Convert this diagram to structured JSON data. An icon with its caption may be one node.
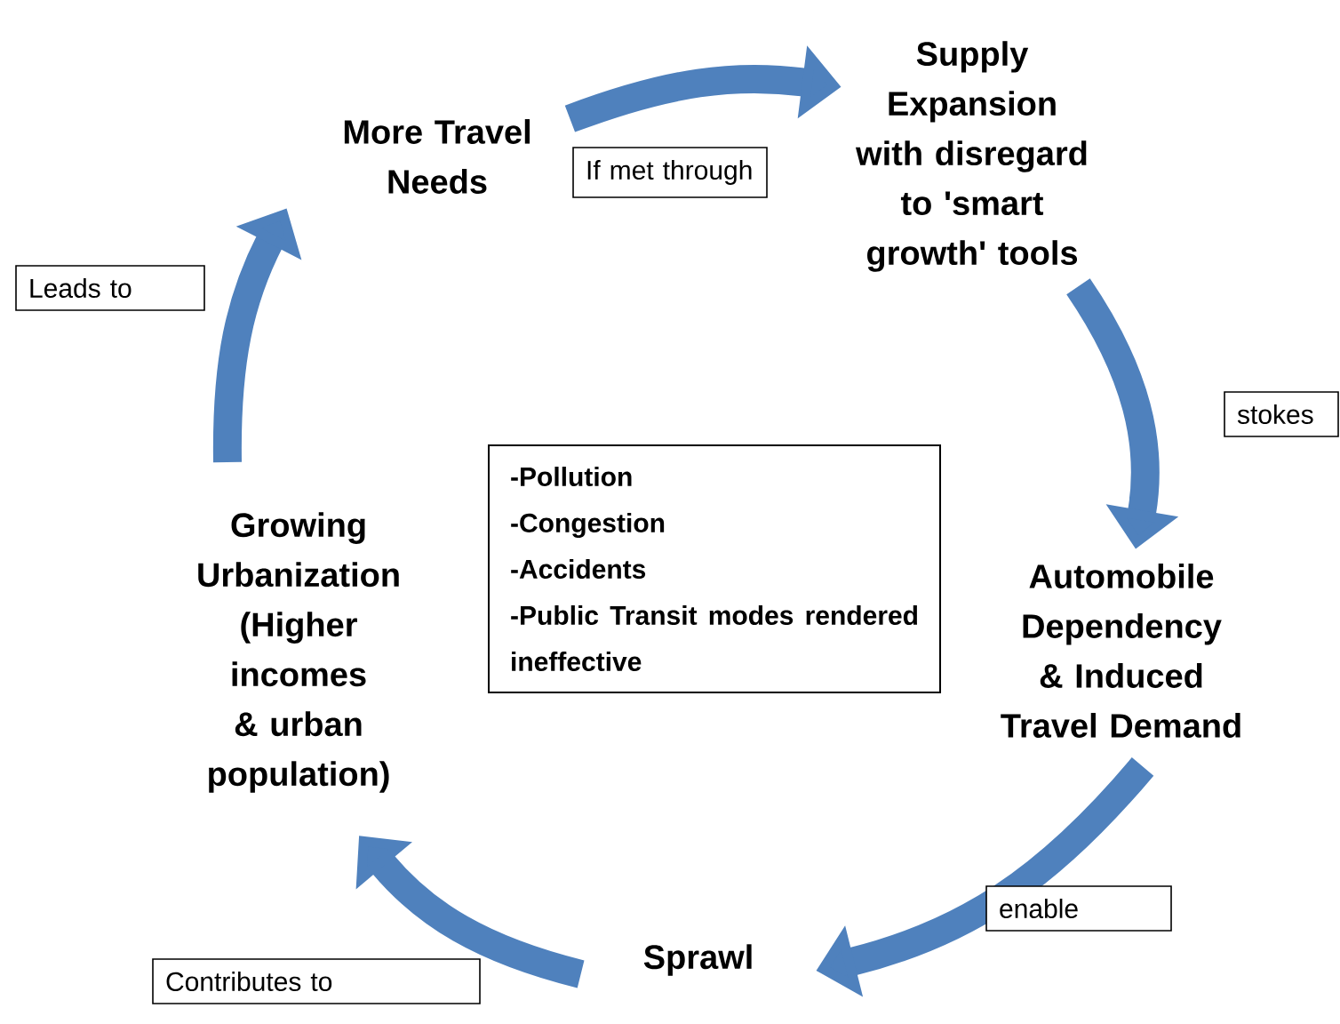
{
  "diagram": {
    "nodes": [
      {
        "text": [
          "More Travel Needs"
        ]
      },
      {
        "text": [
          "Supply Expansion with disregard to 'smart growth' tools"
        ]
      },
      {
        "text": [
          "Automobile Dependency & Induced Travel Demand"
        ]
      },
      {
        "text": [
          "Sprawl"
        ]
      },
      {
        "text": [
          "Growing Urbanization (Higher incomes & urban population)"
        ]
      },
      {
        "text": [
          "-Pollution",
          "-Congestion",
          "-Accidents",
          "-Public Transit modes rendered ineffective"
        ]
      }
    ],
    "edges": [
      {
        "from": 0,
        "to": 1,
        "arrow": "to",
        "label": "If met through"
      },
      {
        "from": 1,
        "to": 2,
        "arrow": "to",
        "label": "stokes"
      },
      {
        "from": 2,
        "to": 3,
        "arrow": "to",
        "label": "enable"
      },
      {
        "from": 3,
        "to": 4,
        "arrow": "to",
        "label": "Contributes to"
      },
      {
        "from": 4,
        "to": 0,
        "arrow": "to",
        "label": "Leads to"
      }
    ]
  }
}
